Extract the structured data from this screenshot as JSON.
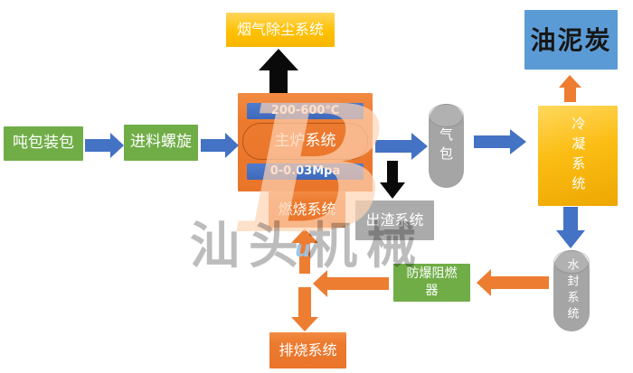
{
  "palette": {
    "green": "#70AD47",
    "blue": "#4472C4",
    "orange": "#ED7D31",
    "gold": "#FFC000",
    "sky": "#5B9BD5",
    "gray": "#ABABAB",
    "black": "#0a0a0a",
    "peach": "#FFD3B3"
  },
  "nodes": {
    "ton_bag": {
      "label": "吨包装包"
    },
    "feed_screw": {
      "label": "进料螺旋"
    },
    "flue_dust": {
      "label": "烟气除尘系统"
    },
    "main_furnace": {
      "label": "主炉系统",
      "temp": "200-600℃",
      "pressure": "0-0.03Mpa"
    },
    "combustion": {
      "label": "燃烧系统"
    },
    "slag": {
      "label": "出渣系统"
    },
    "gas_drum": {
      "label": "气包"
    },
    "condenser": {
      "label": "冷凝系统"
    },
    "oil_sludge_char": {
      "label": "油泥炭"
    },
    "water_seal": {
      "label": "水封系统"
    },
    "flame_arrester": {
      "label": "防爆阻燃器"
    },
    "exhaust_burn": {
      "label": "排烧系统"
    }
  },
  "edges": [
    {
      "from": "ton_bag",
      "to": "feed_screw",
      "color": "blue"
    },
    {
      "from": "feed_screw",
      "to": "main_furnace",
      "color": "blue"
    },
    {
      "from": "main_furnace",
      "to": "flue_dust",
      "color": "black"
    },
    {
      "from": "main_furnace",
      "to": "gas_drum",
      "color": "blue"
    },
    {
      "from": "main_furnace",
      "to": "slag",
      "color": "black"
    },
    {
      "from": "gas_drum",
      "to": "condenser",
      "color": "blue"
    },
    {
      "from": "condenser",
      "to": "oil_sludge_char",
      "color": "orange"
    },
    {
      "from": "condenser",
      "to": "water_seal",
      "color": "blue"
    },
    {
      "from": "water_seal",
      "to": "flame_arrester",
      "color": "orange"
    },
    {
      "from": "flame_arrester",
      "to": "combustion",
      "color": "orange"
    },
    {
      "from": "flame_arrester",
      "to": "exhaust_burn",
      "color": "orange"
    }
  ],
  "watermark": {
    "logo_letter": "B",
    "text": "汕头机械",
    "accent_letter": "u"
  }
}
